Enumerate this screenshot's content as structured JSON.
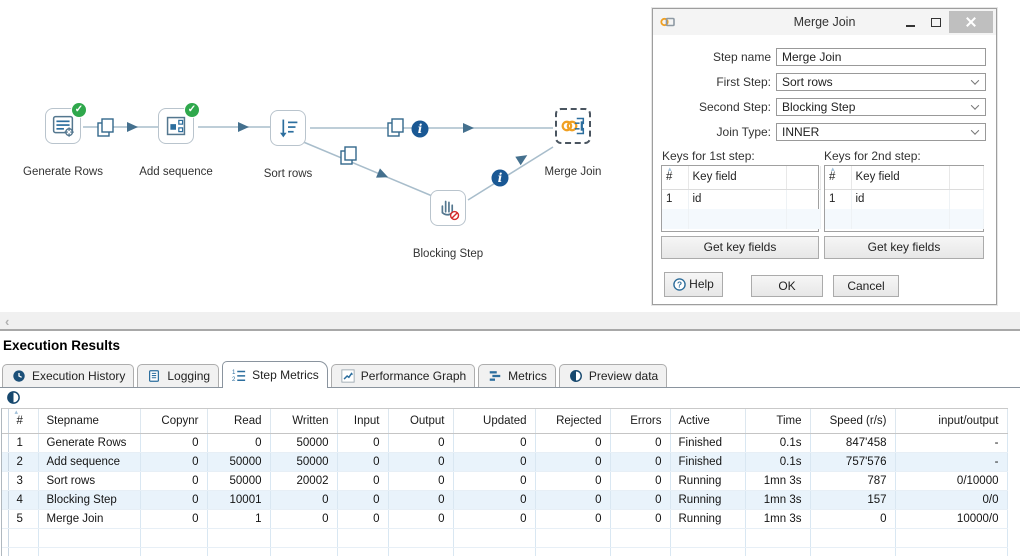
{
  "canvas": {
    "steps": [
      {
        "label": "Generate Rows",
        "status": "success"
      },
      {
        "label": "Add sequence",
        "status": "success"
      },
      {
        "label": "Sort rows",
        "status": "none"
      },
      {
        "label": "Blocking Step",
        "status": "blocking"
      },
      {
        "label": "Merge Join",
        "status": "selected"
      }
    ]
  },
  "dialog": {
    "title": "Merge Join",
    "step_name_label": "Step name",
    "step_name_value": "Merge Join",
    "first_step_label": "First Step:",
    "first_step_value": "Sort rows",
    "second_step_label": "Second Step:",
    "second_step_value": "Blocking Step",
    "join_type_label": "Join Type:",
    "join_type_value": "INNER",
    "keys1": {
      "caption": "Keys for 1st step:",
      "headers": [
        "#",
        "Key field"
      ],
      "rows": [
        [
          "1",
          "id"
        ]
      ],
      "button": "Get key fields"
    },
    "keys2": {
      "caption": "Keys for 2nd step:",
      "headers": [
        "#",
        "Key field"
      ],
      "rows": [
        [
          "1",
          "id"
        ]
      ],
      "button": "Get key fields"
    },
    "help_label": "Help",
    "ok_label": "OK",
    "cancel_label": "Cancel"
  },
  "results": {
    "heading": "Execution Results",
    "active_tab": "Step Metrics",
    "tabs": [
      {
        "label": "Execution History",
        "icon": "clock-icon"
      },
      {
        "label": "Logging",
        "icon": "log-icon"
      },
      {
        "label": "Step Metrics",
        "icon": "numbered-list-icon"
      },
      {
        "label": "Performance Graph",
        "icon": "performance-chart-icon"
      },
      {
        "label": "Metrics",
        "icon": "metrics-bars-icon"
      },
      {
        "label": "Preview data",
        "icon": "eye-icon"
      }
    ],
    "table": {
      "headers": [
        "#",
        "Stepname",
        "Copynr",
        "Read",
        "Written",
        "Input",
        "Output",
        "Updated",
        "Rejected",
        "Errors",
        "Active",
        "Time",
        "Speed (r/s)",
        "input/output"
      ],
      "rows": [
        [
          "1",
          "Generate Rows",
          "0",
          "0",
          "50000",
          "0",
          "0",
          "0",
          "0",
          "0",
          "Finished",
          "0.1s",
          "847'458",
          "-"
        ],
        [
          "2",
          "Add sequence",
          "0",
          "50000",
          "50000",
          "0",
          "0",
          "0",
          "0",
          "0",
          "Finished",
          "0.1s",
          "757'576",
          "-"
        ],
        [
          "3",
          "Sort rows",
          "0",
          "50000",
          "20002",
          "0",
          "0",
          "0",
          "0",
          "0",
          "Running",
          "1mn 3s",
          "787",
          "0/10000"
        ],
        [
          "4",
          "Blocking Step",
          "0",
          "10001",
          "0",
          "0",
          "0",
          "0",
          "0",
          "0",
          "Running",
          "1mn 3s",
          "157",
          "0/0"
        ],
        [
          "5",
          "Merge Join",
          "0",
          "1",
          "0",
          "0",
          "0",
          "0",
          "0",
          "0",
          "Running",
          "1mn 3s",
          "0",
          "10000/0"
        ]
      ]
    }
  },
  "glyphs": {
    "check": "✓",
    "info": "i",
    "back_chevron": "‹",
    "sort_arrow": "▴"
  },
  "colors": {
    "step_blue": "#2c6e9e",
    "hop_line": "#a8bdcb",
    "arrow": "#44708e",
    "info_badge": "#1a5894",
    "success_badge": "#2fa84c",
    "ring_orange": "#f0a022",
    "row_stripe": "#e9f3fb",
    "error_red": "#d42b2b"
  }
}
